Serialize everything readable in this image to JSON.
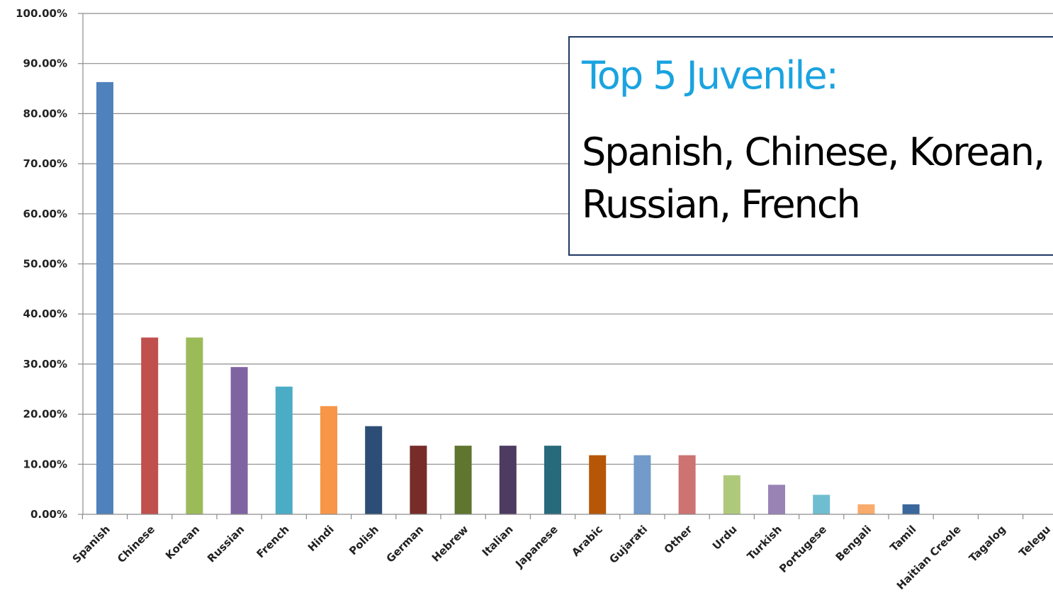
{
  "chart_data": {
    "type": "bar",
    "categories": [
      "Spanish",
      "Chinese",
      "Korean",
      "Russian",
      "French",
      "Hindi",
      "Polish",
      "German",
      "Hebrew",
      "Italian",
      "Japanese",
      "Arabic",
      "Gujarati",
      "Other",
      "Urdu",
      "Turkish",
      "Portugese",
      "Bengali",
      "Tamil",
      "Haitian Creole",
      "Tagalog",
      "Telegu"
    ],
    "values": [
      86.3,
      35.3,
      35.3,
      29.4,
      25.5,
      21.6,
      17.6,
      13.7,
      13.7,
      13.7,
      13.7,
      11.8,
      11.8,
      11.8,
      7.8,
      5.9,
      3.9,
      2.0,
      2.0,
      0,
      0,
      0
    ],
    "colors": [
      "#4f81bd",
      "#c0504d",
      "#9bbb59",
      "#8064a2",
      "#4bacc6",
      "#f79646",
      "#2c4d75",
      "#772c2a",
      "#5f7530",
      "#4d3b62",
      "#276a7c",
      "#b65708",
      "#729aca",
      "#cd7371",
      "#afc97a",
      "#9983b5",
      "#6fbdd1",
      "#f9ab6b",
      "#3a679c",
      "#9c3d3a",
      "#7f9a48",
      "#664e83"
    ],
    "ylim": [
      0,
      100
    ],
    "yticks": [
      "0.00%",
      "10.00%",
      "20.00%",
      "30.00%",
      "40.00%",
      "50.00%",
      "60.00%",
      "70.00%",
      "80.00%",
      "90.00%",
      "100.00%"
    ],
    "grid": true,
    "xlabel": "",
    "ylabel": ""
  },
  "callout": {
    "title": "Top 5 Juvenile:",
    "body": "Spanish, Chinese, Korean, Russian, French"
  }
}
